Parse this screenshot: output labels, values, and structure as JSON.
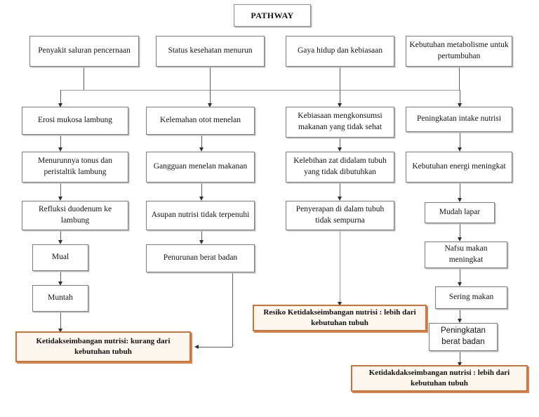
{
  "title": {
    "label": "PATHWAY"
  },
  "causes": [
    {
      "id": "cause-1",
      "label": "Penyakit saluran pencernaan"
    },
    {
      "id": "cause-2",
      "label": "Status kesehatan menurun"
    },
    {
      "id": "cause-3",
      "label": "Gaya hidup dan kebiasaan"
    },
    {
      "id": "cause-4",
      "label": "Kebutuhan metabolisme untuk pertumbuhan"
    }
  ],
  "columns": {
    "col1": [
      {
        "id": "c1-1",
        "label": "Erosi mukosa lambung"
      },
      {
        "id": "c1-2",
        "label": "Menurunnya tonus dan peristaltik lambung"
      },
      {
        "id": "c1-3",
        "label": "Refluksi duodenum ke lambung"
      },
      {
        "id": "c1-4",
        "label": "Mual"
      },
      {
        "id": "c1-5",
        "label": "Muntah"
      }
    ],
    "col2": [
      {
        "id": "c2-1",
        "label": "Kelemahan otot menelan"
      },
      {
        "id": "c2-2",
        "label": "Gangguan menelan makanan"
      },
      {
        "id": "c2-3",
        "label": "Asupan nutrisi tidak terpenuhi"
      },
      {
        "id": "c2-4",
        "label": "Penurunan berat badan"
      }
    ],
    "col3": [
      {
        "id": "c3-1",
        "label": "Kebiasaan mengkonsumsi makanan yang tidak sehat"
      },
      {
        "id": "c3-2",
        "label": "Kelebihan zat didalam tubuh yang tidak dibutuhkan"
      },
      {
        "id": "c3-3",
        "label": "Penyerapan di dalam tubuh tidak sempurna"
      }
    ],
    "col4": [
      {
        "id": "c4-1",
        "label": "Peningkatan intake nutrisi"
      },
      {
        "id": "c4-2",
        "label": "Kebutuhan energi meningkat"
      },
      {
        "id": "c4-3",
        "label": "Mudah lapar"
      },
      {
        "id": "c4-4",
        "label": "Nafsu makan meningkat"
      },
      {
        "id": "c4-5",
        "label": "Sering makan"
      },
      {
        "id": "c4-6",
        "label": "Peningkatan berat badan"
      }
    ]
  },
  "conclusions": [
    {
      "id": "diag-1",
      "label": "Ketidakseimbangan nutrisi: kurang dari kebutuhan tubuh"
    },
    {
      "id": "diag-2",
      "label": "Resiko Ketidakseimbangan nutrisi : lebih dari kebutuhan tubuh"
    },
    {
      "id": "diag-3",
      "label": "Ketidakdakseimbangan nutrisi : lebih dari kebutuhan tubuh"
    }
  ],
  "colors": {
    "conclusion_border": "#c8743a",
    "conclusion_fill": "#fdf6ef",
    "box_border": "#7d7d7d",
    "connector": "#5b5b5b"
  }
}
